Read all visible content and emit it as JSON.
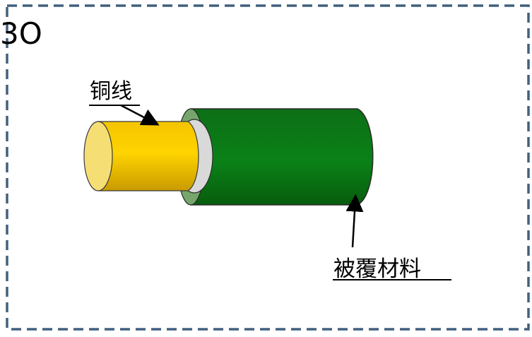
{
  "corner_label": "3O",
  "labels": {
    "copper_wire": "铜线",
    "coating_material": "被覆材料"
  },
  "colors": {
    "border": "#42607f",
    "copper_light": "#ffd400",
    "copper_dark": "#c99b00",
    "insulation": "#dcdcdc",
    "jacket": "#0a7f12",
    "jacket_dark": "#075b0c",
    "text": "#000000"
  }
}
